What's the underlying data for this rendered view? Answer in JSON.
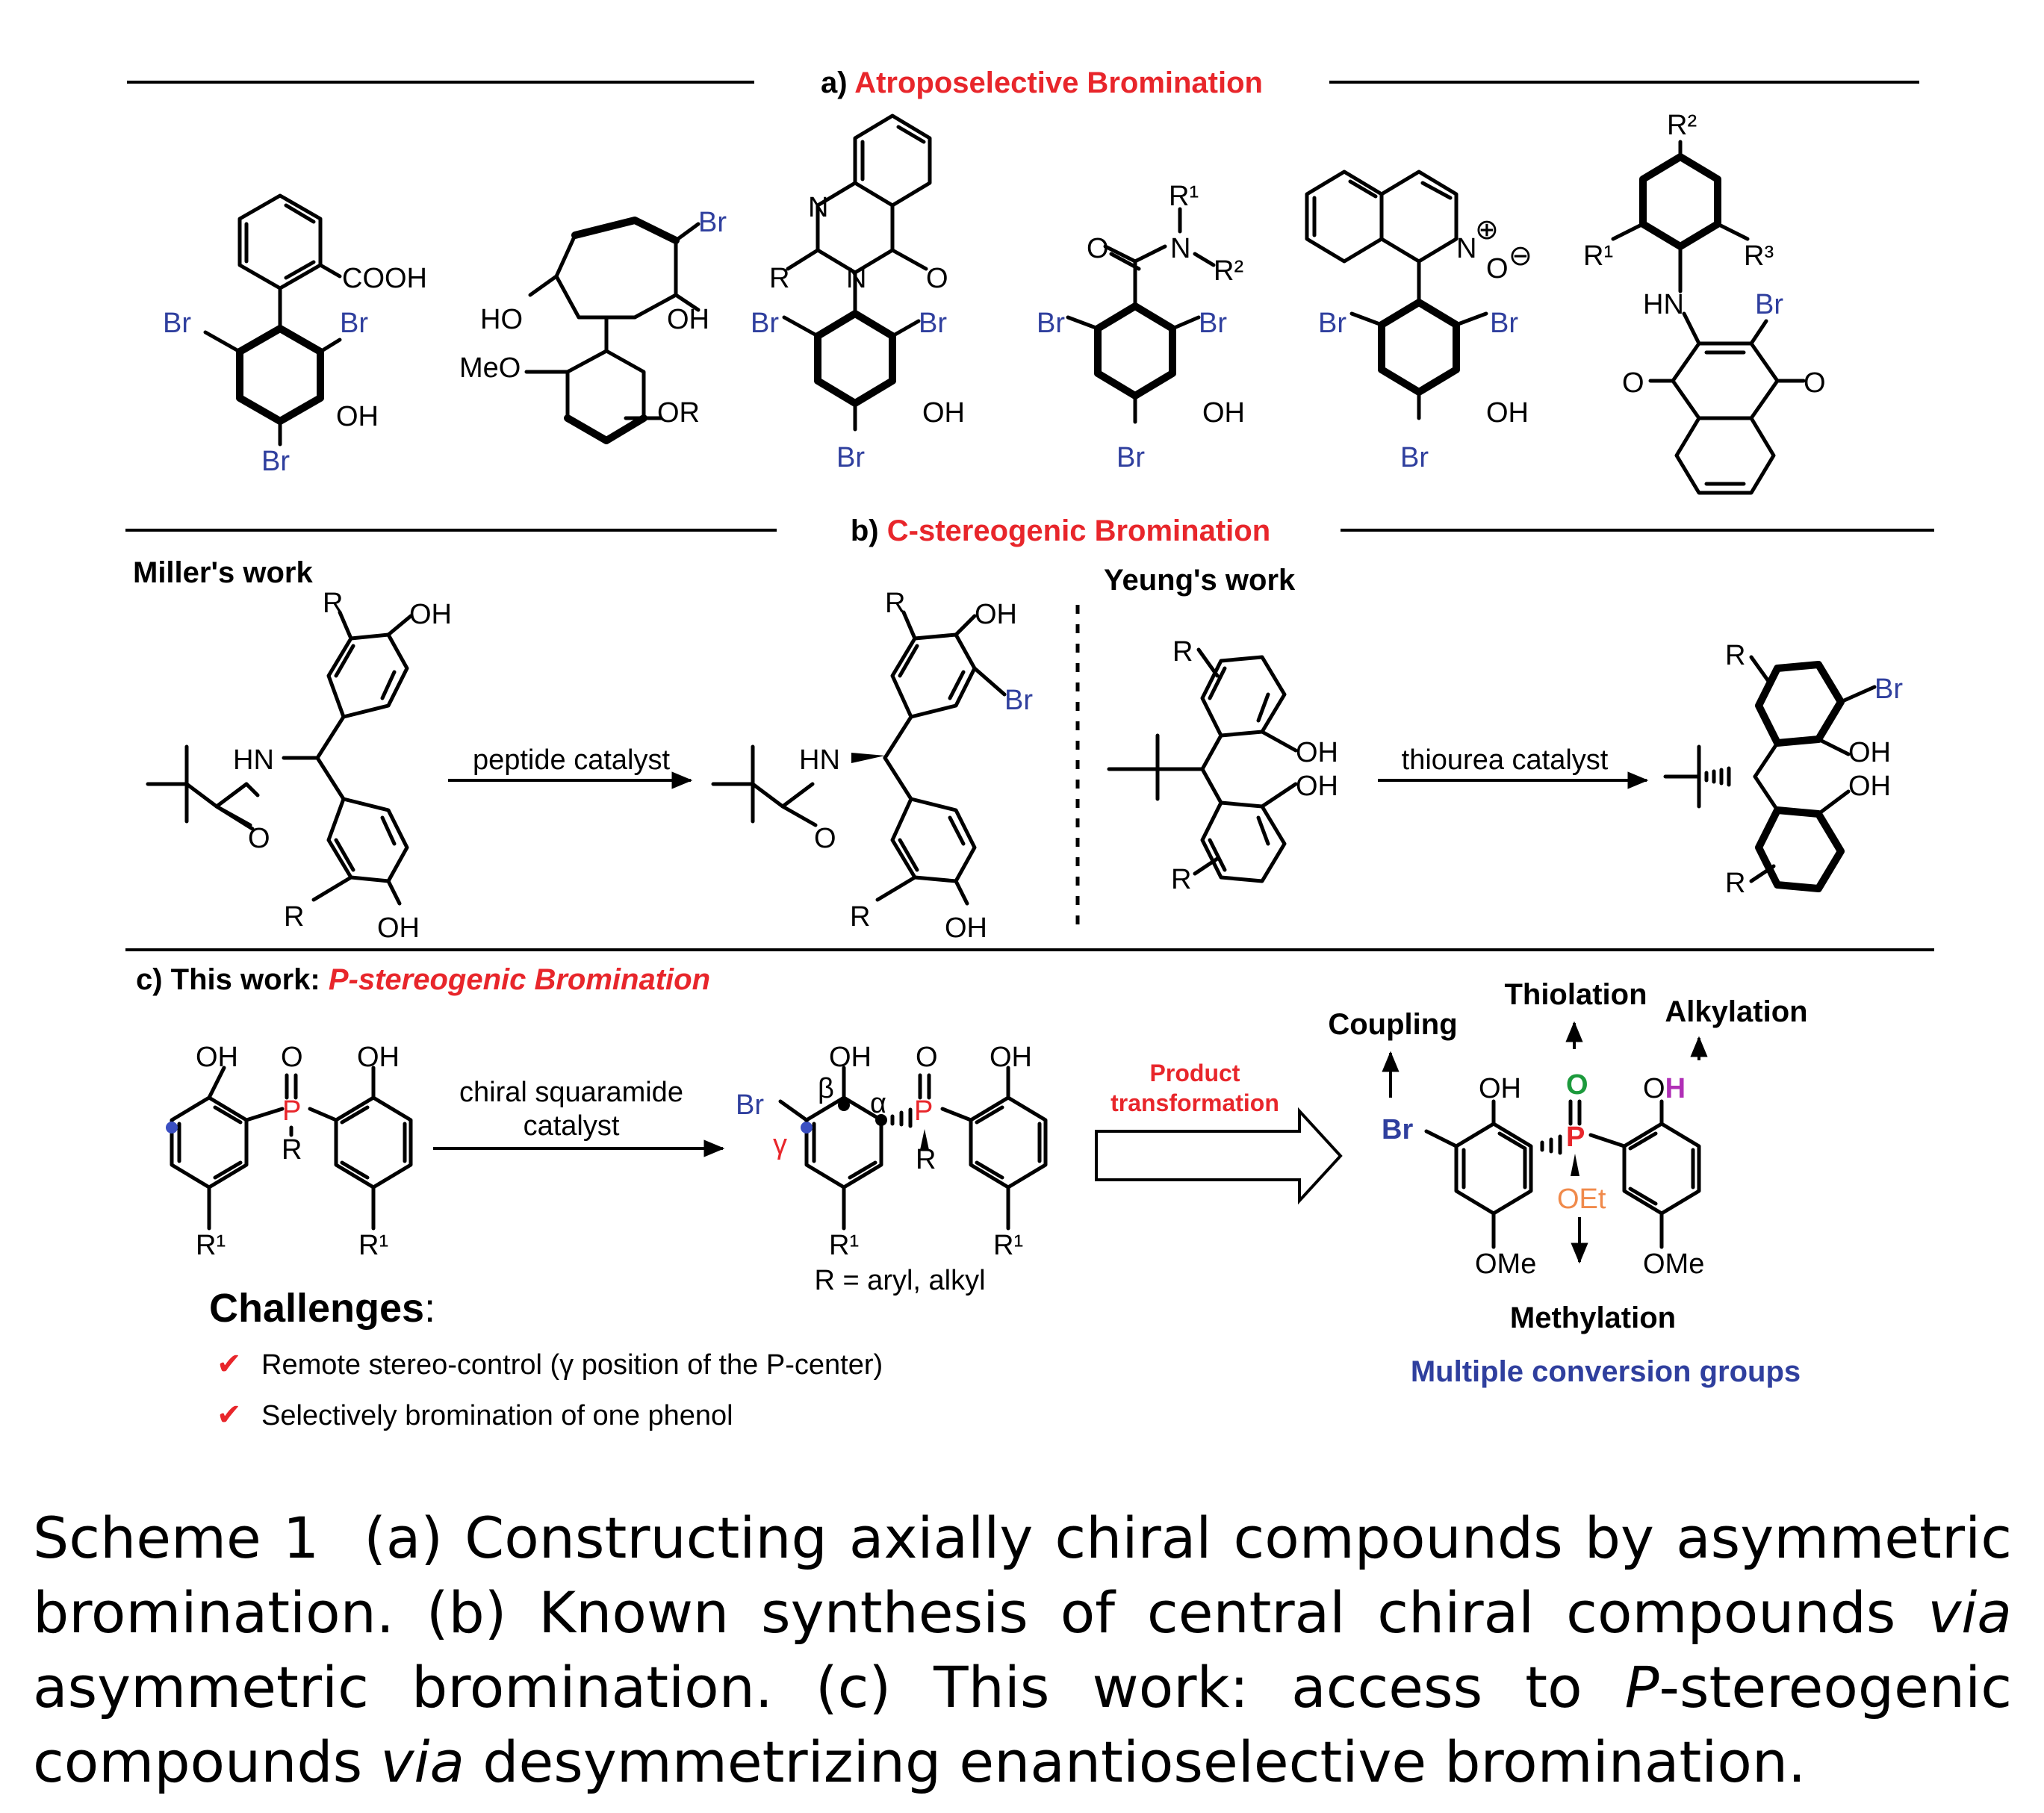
{
  "section_a": {
    "prefix": "a)",
    "title": "Atroposelective Bromination",
    "labels": {
      "cooh": "COOH",
      "br": "Br",
      "oh": "OH",
      "ho": "HO",
      "meo": "MeO",
      "or": "OR",
      "n": "N",
      "r": "R",
      "o": "O",
      "r1": "R¹",
      "r2": "R²",
      "r3": "R³",
      "hn": "HN",
      "plus": "⊕",
      "minus": "⊖"
    }
  },
  "section_b": {
    "prefix": "b)",
    "title": "C-stereogenic Bromination",
    "miller": "Miller's work",
    "yeung": "Yeung's work",
    "peptide_catalyst": "peptide catalyst",
    "thiourea_catalyst": "thiourea catalyst",
    "labels": {
      "r": "R",
      "oh": "OH",
      "hn": "HN",
      "o": "O",
      "br": "Br"
    }
  },
  "section_c": {
    "prefix": "c) This work:",
    "title": "P-stereogenic Bromination",
    "catalyst_line1": "chiral squaramide",
    "catalyst_line2": "catalyst",
    "product_line1": "Product",
    "product_line2": "transformation",
    "r_def": "R = aryl, alkyl",
    "challenges_title": "Challenges",
    "challenge_1": "Remote stereo-control (γ position of the P-center)",
    "challenge_2": "Selectively bromination of one phenol",
    "coupling": "Coupling",
    "thiolation": "Thiolation",
    "alkylation": "Alkylation",
    "methylation": "Methylation",
    "multiple": "Multiple conversion groups",
    "labels": {
      "oh": "OH",
      "o": "O",
      "p": "P",
      "r": "R",
      "r1": "R¹",
      "br": "Br",
      "alpha": "α",
      "beta": "β",
      "gamma": "γ",
      "oet": "OEt",
      "ome": "OMe",
      "h": "H",
      "check": "✔"
    }
  },
  "caption": {
    "scheme": "Scheme 1",
    "p1": "(a) Constructing axially chiral compounds by asymmetric bromination. (b) Known synthesis of central chiral compounds ",
    "via1": "via",
    "p2": " asymmetric bromination. (c) This work: access to ",
    "p_italic": "P",
    "p3": "-stereogenic compounds ",
    "via2": "via",
    "p4": " desymmetrizing enantioselective bromination."
  },
  "colors": {
    "red": "#e8262b",
    "blue": "#2f3f9e",
    "green": "#1c9a3c",
    "orange": "#f08a4b",
    "purple": "#b02fb6"
  }
}
